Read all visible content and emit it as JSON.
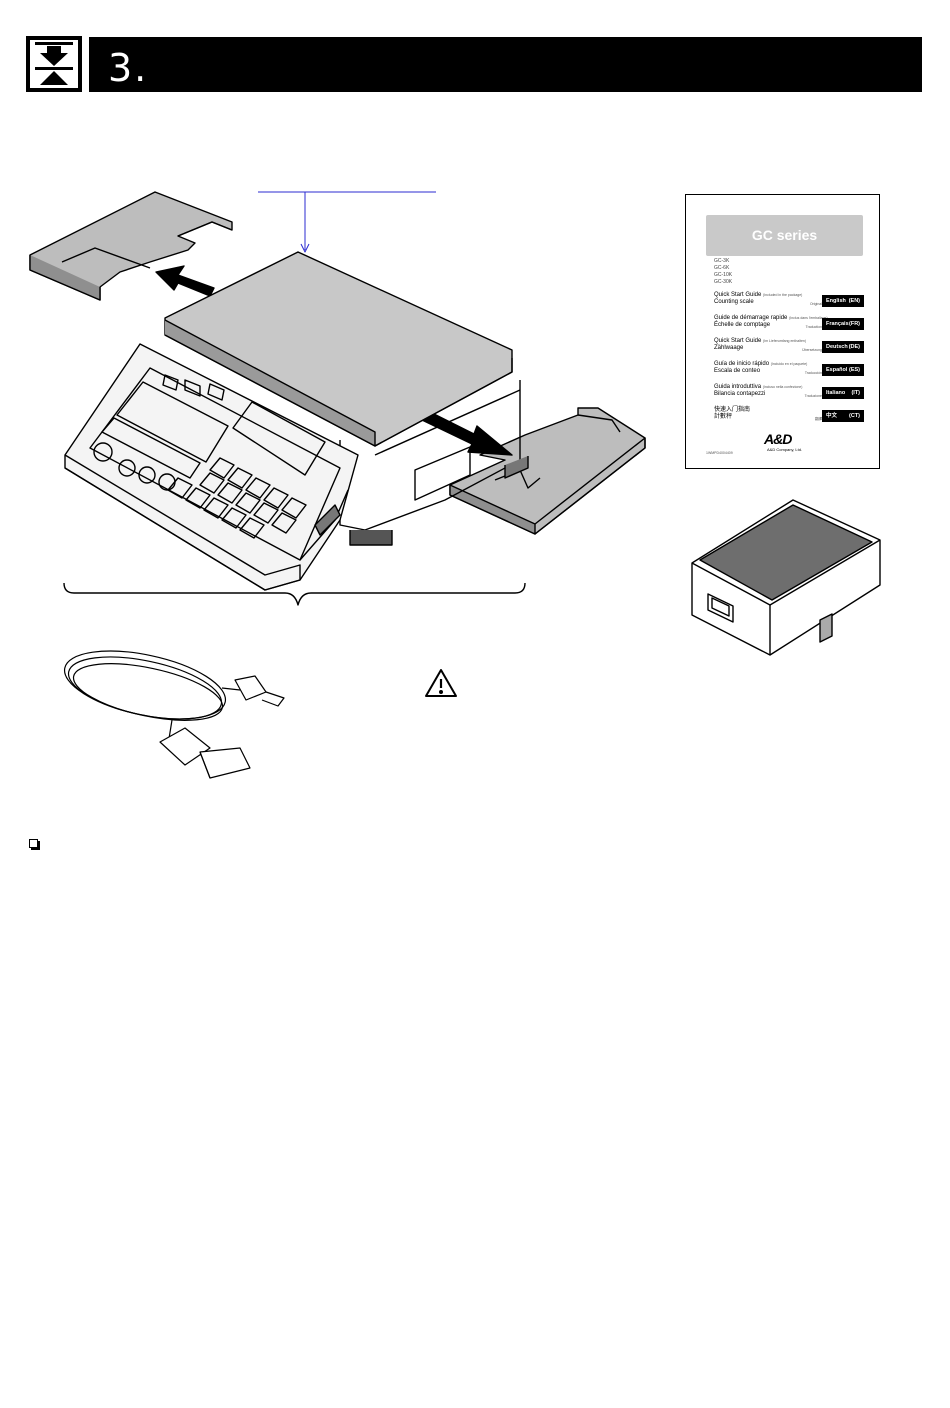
{
  "header": {
    "section_number": "3.",
    "icon": "weighing-icon"
  },
  "guide": {
    "title": "GC series",
    "models": [
      "GC-3K",
      "GC-6K",
      "GC-10K",
      "GC-30K"
    ],
    "languages": [
      {
        "line1": "Quick Start Guide",
        "note": "(Included in the package)",
        "line2": "Counting scale",
        "label": "Original",
        "lang": "English",
        "code": "(EN)"
      },
      {
        "line1": "Guide de démarrage rapide",
        "note": "(Inclus dans l'emballage)",
        "line2": "Échelle de comptage",
        "label": "Traduction",
        "lang": "Français",
        "code": "(FR)"
      },
      {
        "line1": "Quick Start Guide",
        "note": "(Im Lieferumfang enthalten)",
        "line2": "Zählwaage",
        "label": "Übersetzung",
        "lang": "Deutsch",
        "code": "(DE)"
      },
      {
        "line1": "Guía de inicio rápido",
        "note": "(Incluido en el paquete)",
        "line2": "Escala de conteo",
        "label": "Traducción",
        "lang": "Español",
        "code": "(ES)"
      },
      {
        "line1": "Guida introduttiva",
        "note": "(Incluso nella confezione)",
        "line2": "Bilancia contapezzi",
        "label": "Traduzione",
        "lang": "Italiano",
        "code": "(IT)"
      },
      {
        "line1": "快速入门指南",
        "note": "",
        "line2": "計數秤",
        "label": "翻譯",
        "lang": "中文",
        "code": "(CT)"
      }
    ],
    "doc_code": "1WMPD4004409",
    "brand": "A&D",
    "company": "A&D Company, Ltd."
  },
  "warning_icon": "warning-triangle-icon",
  "bullet_icon": "checkbox-bullet-icon",
  "colors": {
    "callout_line": "#2b2bd0",
    "guide_banner": "#c9c9c9"
  }
}
